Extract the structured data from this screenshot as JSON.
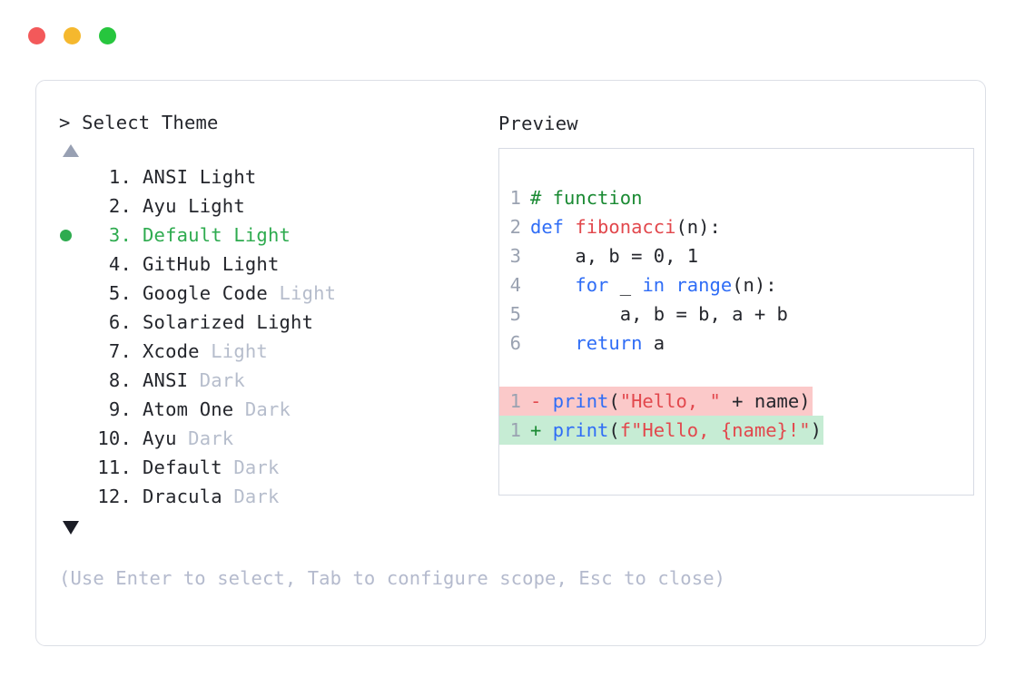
{
  "window": {
    "dots": [
      {
        "name": "close",
        "color": "#f3595a"
      },
      {
        "name": "minimize",
        "color": "#f5b82e"
      },
      {
        "name": "maximize",
        "color": "#27c63e"
      }
    ]
  },
  "selector": {
    "prompt": "> Select Theme",
    "scroll_up_indicator": "▲",
    "scroll_down_indicator": "▼",
    "selected_index": 3,
    "selection_marker": "●",
    "selected_color": "#2eab4f",
    "variant_color": "#b6bdcc",
    "items": [
      {
        "index": "1.",
        "name": "ANSI Light",
        "variant": "",
        "selected": false
      },
      {
        "index": "2.",
        "name": "Ayu Light",
        "variant": "",
        "selected": false
      },
      {
        "index": "3.",
        "name": "Default Light",
        "variant": "",
        "selected": true
      },
      {
        "index": "4.",
        "name": "GitHub Light",
        "variant": "",
        "selected": false
      },
      {
        "index": "5.",
        "name": "Google Code",
        "variant": "Light",
        "selected": false
      },
      {
        "index": "6.",
        "name": "Solarized Light",
        "variant": "",
        "selected": false
      },
      {
        "index": "7.",
        "name": "Xcode",
        "variant": "Light",
        "selected": false
      },
      {
        "index": "8.",
        "name": "ANSI",
        "variant": "Dark",
        "selected": false
      },
      {
        "index": "9.",
        "name": "Atom One",
        "variant": "Dark",
        "selected": false
      },
      {
        "index": "10.",
        "name": "Ayu",
        "variant": "Dark",
        "selected": false
      },
      {
        "index": "11.",
        "name": "Default",
        "variant": "Dark",
        "selected": false
      },
      {
        "index": "12.",
        "name": "Dracula",
        "variant": "Dark",
        "selected": false
      }
    ]
  },
  "preview": {
    "label": "Preview",
    "code_lines": [
      {
        "number": "1",
        "highlight": "none",
        "tokens": [
          {
            "text": "# function",
            "type": "comment"
          }
        ]
      },
      {
        "number": "2",
        "highlight": "none",
        "tokens": [
          {
            "text": "def ",
            "type": "keyword"
          },
          {
            "text": "fibonacci",
            "type": "func"
          },
          {
            "text": "(n):",
            "type": "plain"
          }
        ]
      },
      {
        "number": "3",
        "highlight": "none",
        "tokens": [
          {
            "text": "    a, b = 0, 1",
            "type": "plain"
          }
        ]
      },
      {
        "number": "4",
        "highlight": "none",
        "tokens": [
          {
            "text": "    ",
            "type": "plain"
          },
          {
            "text": "for",
            "type": "keyword"
          },
          {
            "text": " _ ",
            "type": "plain"
          },
          {
            "text": "in",
            "type": "keyword"
          },
          {
            "text": " ",
            "type": "plain"
          },
          {
            "text": "range",
            "type": "builtin"
          },
          {
            "text": "(n):",
            "type": "plain"
          }
        ]
      },
      {
        "number": "5",
        "highlight": "none",
        "tokens": [
          {
            "text": "        a, b = b, a + b",
            "type": "plain"
          }
        ]
      },
      {
        "number": "6",
        "highlight": "none",
        "tokens": [
          {
            "text": "    ",
            "type": "plain"
          },
          {
            "text": "return",
            "type": "keyword"
          },
          {
            "text": " a",
            "type": "plain"
          }
        ]
      },
      {
        "number": "1",
        "highlight": "del",
        "tokens": [
          {
            "text": "- ",
            "type": "del"
          },
          {
            "text": "print",
            "type": "builtin"
          },
          {
            "text": "(",
            "type": "plain"
          },
          {
            "text": "\"Hello, \"",
            "type": "string"
          },
          {
            "text": " + name)",
            "type": "plain"
          }
        ]
      },
      {
        "number": "1",
        "highlight": "add",
        "tokens": [
          {
            "text": "+ ",
            "type": "add"
          },
          {
            "text": "print",
            "type": "builtin"
          },
          {
            "text": "(",
            "type": "plain"
          },
          {
            "text": "f\"Hello, {name}!\"",
            "type": "string"
          },
          {
            "text": ")",
            "type": "plain"
          }
        ]
      }
    ]
  },
  "footer": {
    "hint": "(Use Enter to select, Tab to configure scope, Esc to close)"
  }
}
